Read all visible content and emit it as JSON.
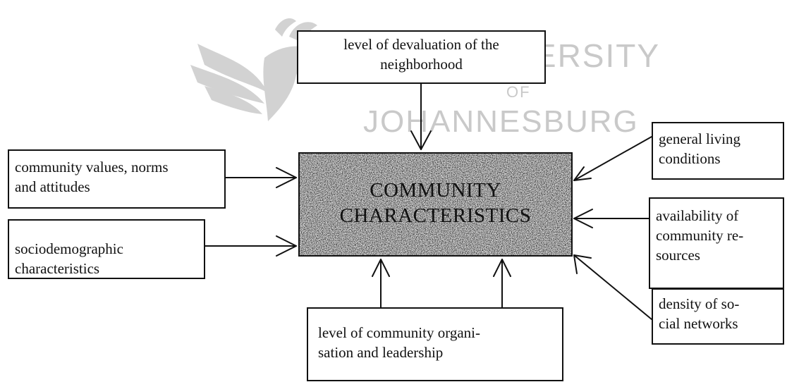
{
  "watermark": {
    "line1": "UNIVERSITY",
    "line2": "OF",
    "line3": "JOHANNESBURG"
  },
  "central": {
    "lines": [
      "COMMUNITY",
      "CHARACTERISTICS"
    ]
  },
  "boxes": {
    "devaluation": [
      "level of devaluation of the",
      "neighborhood"
    ],
    "values": [
      "community values, norms",
      "and attitudes"
    ],
    "sociodemographic": [
      "sociodemographic",
      "characteristics"
    ],
    "organisation": [
      "level of community organi-",
      "sation and leadership"
    ],
    "living": [
      "general living",
      "conditions"
    ],
    "resources": [
      "availability of",
      "community re-",
      "sources"
    ],
    "networks": [
      "density of so-",
      "cial networks"
    ]
  }
}
